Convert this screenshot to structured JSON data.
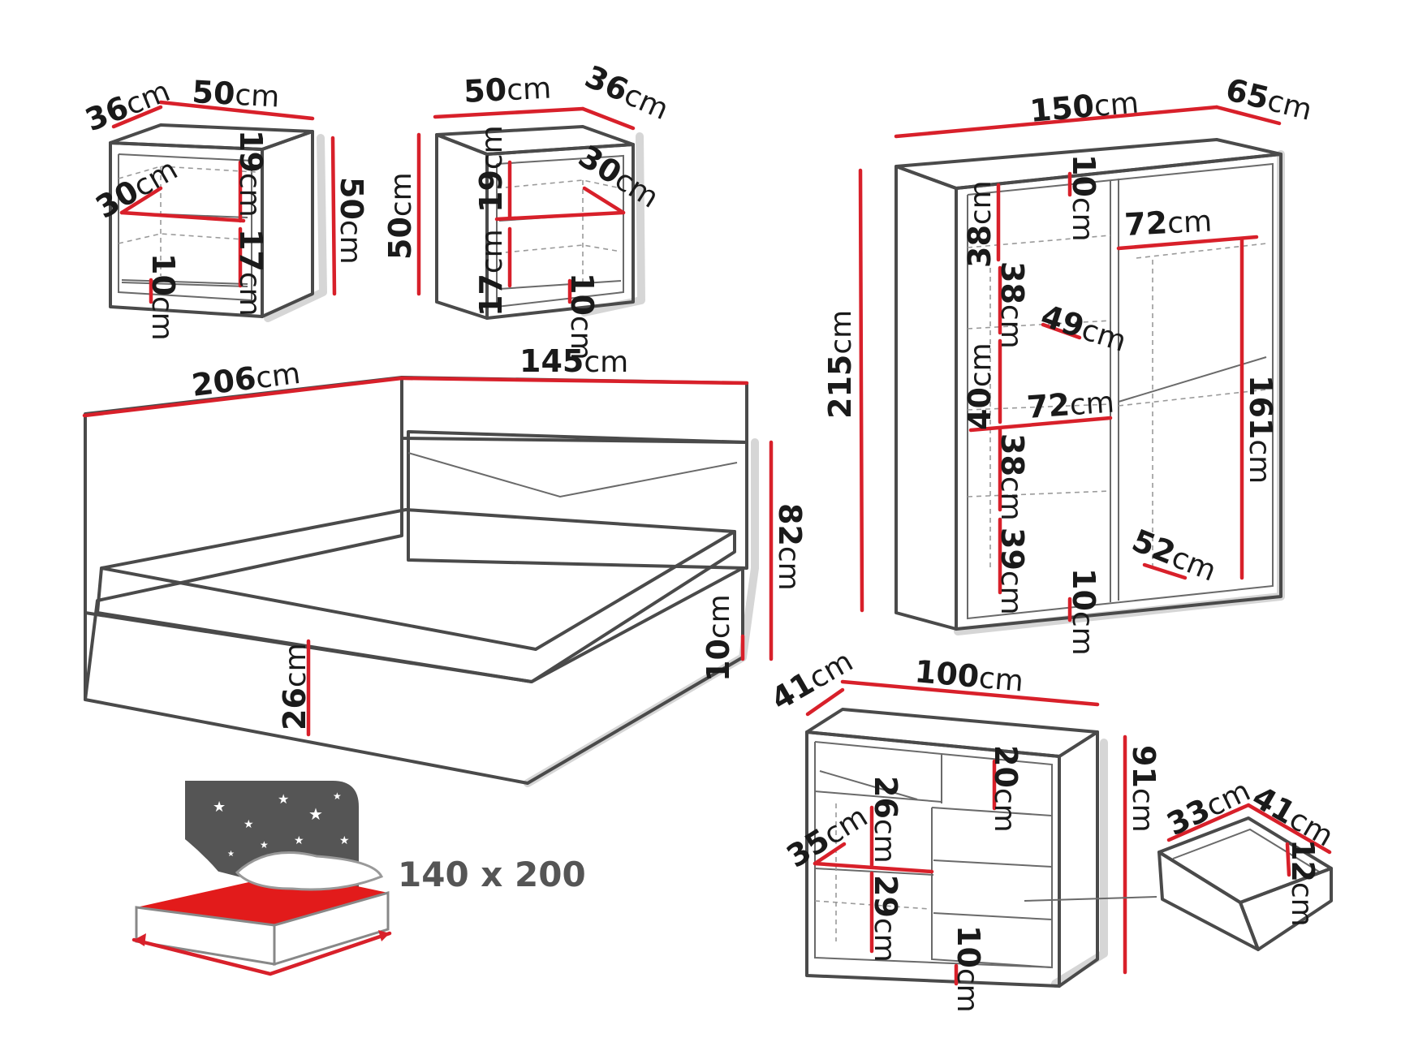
{
  "unit": "cm",
  "colors": {
    "dimension": "#d8202a",
    "outline": "#4a4a4a",
    "guide": "#9a9a9a"
  },
  "nightstand_left": {
    "depth": "36",
    "width": "50",
    "height": "50",
    "diagonal": "30",
    "drawer_top": "19",
    "drawer_bottom": "17",
    "plinth": "10"
  },
  "nightstand_right": {
    "width": "50",
    "depth": "36",
    "height": "50",
    "diagonal": "30",
    "drawer_top": "19",
    "drawer_bottom": "17",
    "plinth": "10"
  },
  "bed": {
    "length": "206",
    "width": "145",
    "height": "82",
    "side_height": "26",
    "leg": "10"
  },
  "mattress_size": "140 x 200",
  "wardrobe": {
    "width": "150",
    "depth": "65",
    "height": "215",
    "top_gap": "10",
    "shelf1": "38",
    "shelf2": "38",
    "shelf3": "40",
    "shelf4": "38",
    "shelf5": "39",
    "shelf_depth": "49",
    "inner_width_left": "72",
    "inner_width_right": "72",
    "hanging_height": "161",
    "hanging_depth": "52",
    "plinth": "10"
  },
  "dresser": {
    "depth": "41",
    "width": "100",
    "height": "91",
    "top_shelf": "20",
    "compartment1": "26",
    "compartment2": "29",
    "shelf_depth": "35",
    "plinth": "10"
  },
  "drawer_detail": {
    "depth": "33",
    "width": "41",
    "height": "12"
  }
}
